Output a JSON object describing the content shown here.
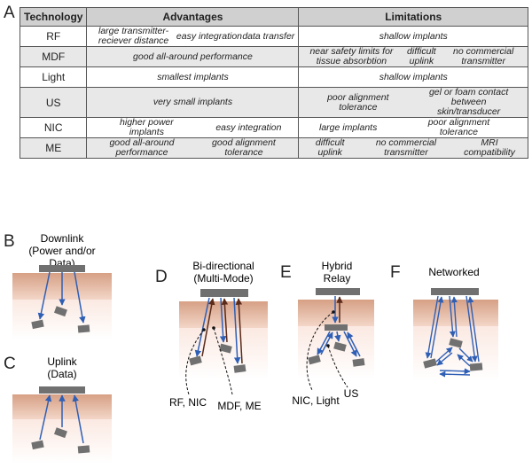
{
  "panels": {
    "a": "A",
    "b": "B",
    "c": "C",
    "d": "D",
    "e": "E",
    "f": "F"
  },
  "table": {
    "headers": [
      "Technology",
      "Advantages",
      "Limitations"
    ],
    "rows": [
      {
        "tech": "RF",
        "advantages": [
          "large transmitter-reciever distance",
          "easy integration",
          "data transfer"
        ],
        "limitations": [
          "shallow implants"
        ]
      },
      {
        "tech": "MDF",
        "advantages": [
          "good all-around performance"
        ],
        "limitations": [
          "near safety limits for tissue absorbtion",
          "difficult uplink",
          "no commercial transmitter"
        ]
      },
      {
        "tech": "Light",
        "advantages": [
          "smallest implants"
        ],
        "limitations": [
          "shallow implants"
        ]
      },
      {
        "tech": "US",
        "advantages": [
          "very small implants"
        ],
        "limitations": [
          "poor alignment tolerance",
          "gel or foam contact between skin/transducer"
        ]
      },
      {
        "tech": "NIC",
        "advantages": [
          "higher power implants",
          "easy integration"
        ],
        "limitations": [
          "large implants",
          "poor alignment tolerance"
        ]
      },
      {
        "tech": "ME",
        "advantages": [
          "good all-around performance",
          "good alignment tolerance"
        ],
        "limitations": [
          "difficult uplink",
          "no commercial transmitter",
          "MRI compatibility"
        ]
      }
    ]
  },
  "diagrams": {
    "b_title": [
      "Downlink",
      "(Power and/or",
      "Data)"
    ],
    "c_title": [
      "Uplink",
      "(Data)"
    ],
    "d_title": [
      "Bi-directional",
      "(Multi-Mode)"
    ],
    "d_labels": [
      "RF, NIC",
      "MDF, ME"
    ],
    "e_title": [
      "Hybrid",
      "Relay"
    ],
    "e_labels": [
      "NIC, Light",
      "US"
    ],
    "f_title": [
      "Networked"
    ]
  },
  "colors": {
    "arrow_blue": "#2f5fb5",
    "arrow_brown": "#5a2a1a",
    "tissue": "#d9a88f",
    "device": "#707070",
    "header_bg": "#d0d0d0"
  }
}
